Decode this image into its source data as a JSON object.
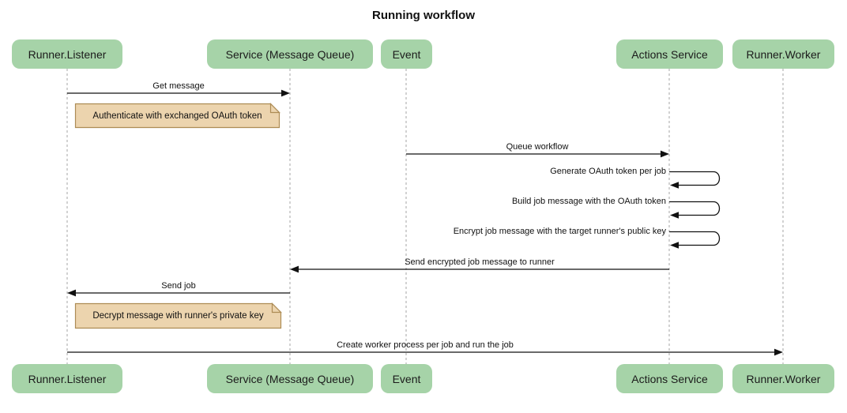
{
  "title": "Running workflow",
  "colors": {
    "participant_fill": "#a6d3a8",
    "note_fill": "#ecd4ae",
    "note_border": "#ad8c55",
    "lifeline": "#a6a6a6",
    "arrow": "#111111"
  },
  "participants": [
    {
      "id": "runner-listener",
      "label": "Runner.Listener"
    },
    {
      "id": "service-mq",
      "label": "Service (Message Queue)"
    },
    {
      "id": "event",
      "label": "Event"
    },
    {
      "id": "actions-service",
      "label": "Actions Service"
    },
    {
      "id": "runner-worker",
      "label": "Runner.Worker"
    }
  ],
  "messages": [
    {
      "label": "Get message",
      "from": "runner-listener",
      "to": "service-mq",
      "self": false
    },
    {
      "label": "Queue workflow",
      "from": "event",
      "to": "actions-service",
      "self": false
    },
    {
      "label": "Generate OAuth token per job",
      "from": "actions-service",
      "to": "actions-service",
      "self": true
    },
    {
      "label": "Build job message with the OAuth token",
      "from": "actions-service",
      "to": "actions-service",
      "self": true
    },
    {
      "label": "Encrypt job message with the target runner's public key",
      "from": "actions-service",
      "to": "actions-service",
      "self": true
    },
    {
      "label": "Send encrypted job message to runner",
      "from": "actions-service",
      "to": "service-mq",
      "self": false
    },
    {
      "label": "Send job",
      "from": "service-mq",
      "to": "runner-listener",
      "self": false
    },
    {
      "label": "Create worker process per job and run the job",
      "from": "runner-listener",
      "to": "runner-worker",
      "self": false
    }
  ],
  "notes": [
    {
      "label": "Authenticate with exchanged OAuth token",
      "anchor": "runner-listener"
    },
    {
      "label": "Decrypt message with runner's private key",
      "anchor": "runner-listener"
    }
  ]
}
